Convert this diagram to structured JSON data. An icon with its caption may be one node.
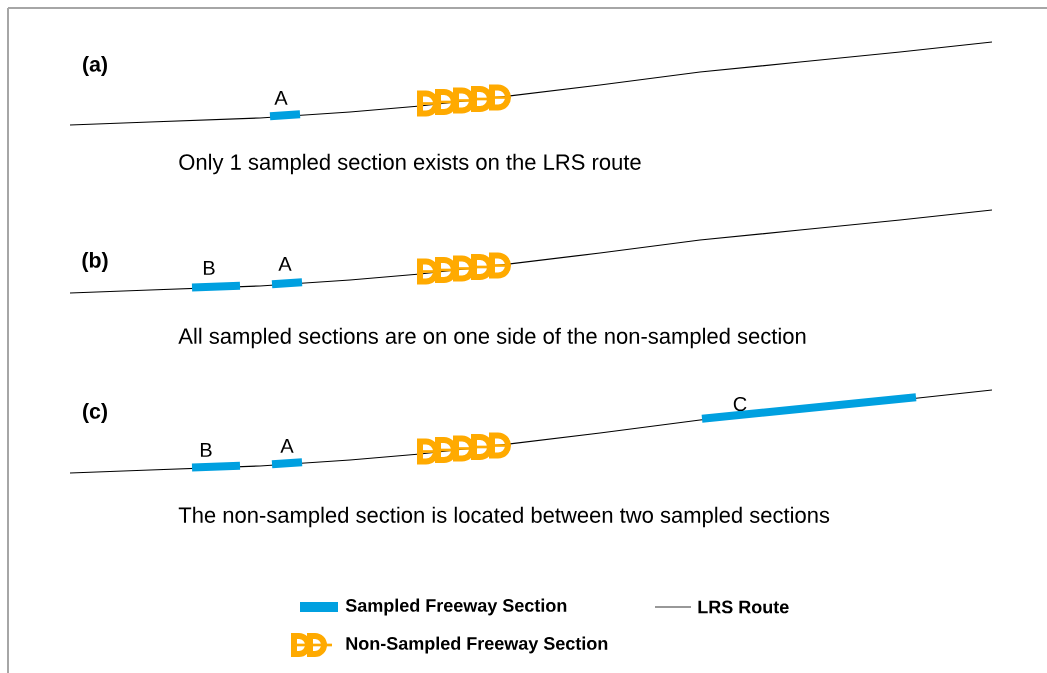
{
  "diagram": {
    "labels": [
      "(a)",
      "A",
      "Only 1 sampled section exists on the LRS route",
      "(b)",
      "B",
      "A",
      "All sampled sections are on one side of the non-sampled section",
      "(c)",
      "C",
      "B",
      "A",
      "The non-sampled section is located between two sampled sections"
    ],
    "legend": [
      {
        "text": "Sampled Freeway Section",
        "color": "#00a0e0"
      },
      {
        "text": "LRS Route"
      },
      {
        "text": "Non-Sampled Freeway Section"
      }
    ]
  }
}
